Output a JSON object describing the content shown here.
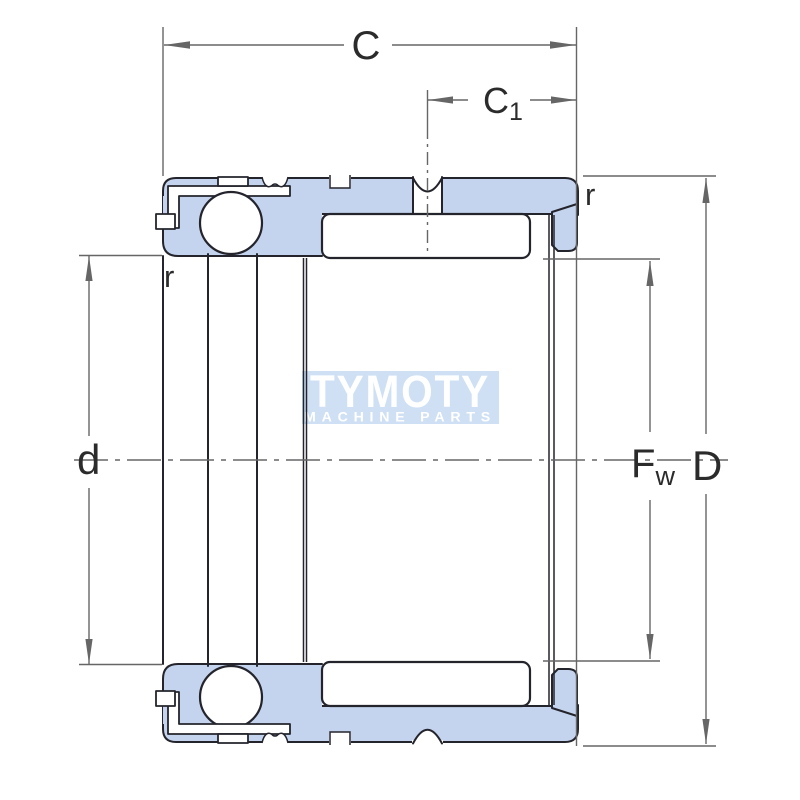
{
  "page": {
    "background": "#ffffff"
  },
  "drawing": {
    "type": "bearing-cross-section",
    "labels": {
      "c": "C",
      "c1_main": "C",
      "c1_sub": "1",
      "r_top_right": "r",
      "r_left": "r",
      "d_bore": "d",
      "fw_main": "F",
      "fw_sub": "w",
      "d_outer": "D"
    },
    "watermark": {
      "line1": "TYMOTY",
      "line2": "MACHINE PARTS",
      "bg_color": "#cfe0f4",
      "text_color": "#ffffff"
    },
    "colors": {
      "section_fill": "#c5d4ee",
      "outline": "#24242c",
      "dimension_line": "#666666",
      "label_text": "#2b2b2b"
    }
  }
}
